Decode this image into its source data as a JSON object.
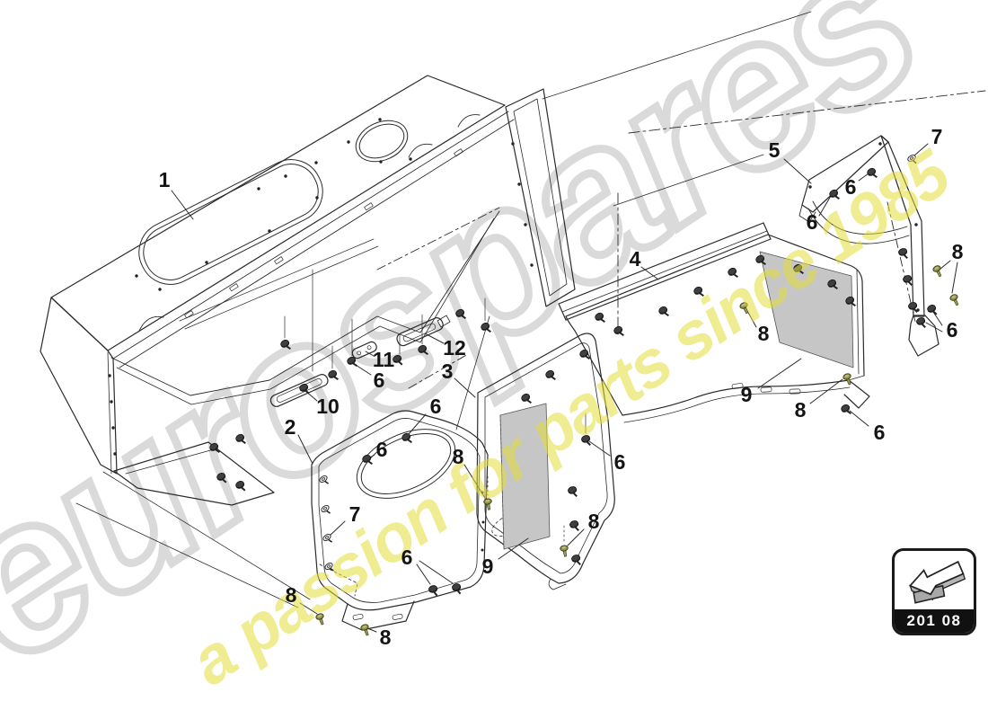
{
  "watermark": {
    "brand": "eurospares",
    "tagline": "a passion for parts since 1985",
    "brand_color": "#d6d6d6",
    "tagline_color": "#e4dd3a"
  },
  "code_box": {
    "code": "201 08"
  },
  "colors": {
    "line": "#2b2b2b",
    "insert_fill": "#c6c6c6",
    "screw_dark": "#3f3f3f",
    "screw_olive": "#8e9147"
  },
  "callouts": [
    {
      "label": "1"
    },
    {
      "label": "5"
    },
    {
      "label": "7"
    },
    {
      "label": "6"
    },
    {
      "label": "6"
    },
    {
      "label": "8"
    },
    {
      "label": "6"
    },
    {
      "label": "4"
    },
    {
      "label": "8"
    },
    {
      "label": "12"
    },
    {
      "label": "11"
    },
    {
      "label": "3"
    },
    {
      "label": "6"
    },
    {
      "label": "10"
    },
    {
      "label": "6"
    },
    {
      "label": "2"
    },
    {
      "label": "6"
    },
    {
      "label": "8"
    },
    {
      "label": "6"
    },
    {
      "label": "7"
    },
    {
      "label": "8"
    },
    {
      "label": "6"
    },
    {
      "label": "9"
    },
    {
      "label": "8"
    },
    {
      "label": "8"
    },
    {
      "label": "9"
    },
    {
      "label": "8"
    },
    {
      "label": "6"
    }
  ]
}
